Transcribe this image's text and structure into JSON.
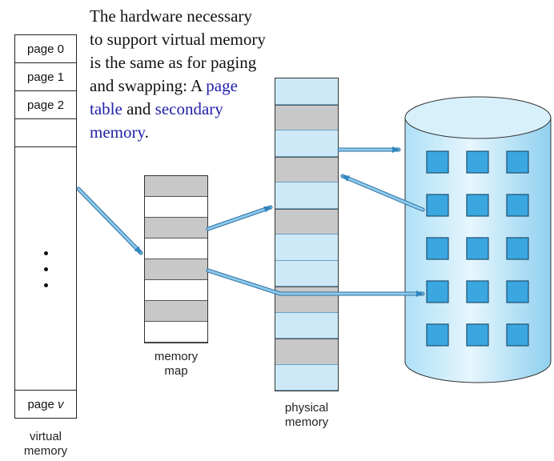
{
  "caption": {
    "line1": "The hardware necessary",
    "line2": "to support virtual memory",
    "line3": "is the same as for paging",
    "line4a": "and swapping: A ",
    "line4b": "page",
    "line5a": "table",
    "line5b": " and ",
    "line5c": "secondary",
    "line6a": "memory",
    "line6b": ".",
    "highlight_color": "#2222aa"
  },
  "virtual_memory": {
    "pages": [
      "page 0",
      "page 1",
      "page 2"
    ],
    "last_page_prefix": "page ",
    "last_page_var": "v",
    "label_line1": "virtual",
    "label_line2": "memory"
  },
  "memory_map": {
    "label_line1": "memory",
    "label_line2": "map",
    "rows": [
      "gray",
      "white",
      "gray",
      "white",
      "gray",
      "white",
      "gray",
      "white"
    ]
  },
  "physical_memory": {
    "label_line1": "physical",
    "label_line2": "memory",
    "frames": [
      "light",
      "gray",
      "light",
      "gray",
      "light",
      "gray",
      "light",
      "light",
      "gray",
      "light",
      "gray",
      "light"
    ]
  },
  "secondary_storage": {
    "cells": 15,
    "color": "#3aa7e0"
  },
  "colors": {
    "gray_frame": "#c8c8c8",
    "light_frame": "#cde9f7",
    "arrow": "#4a9fd0"
  }
}
